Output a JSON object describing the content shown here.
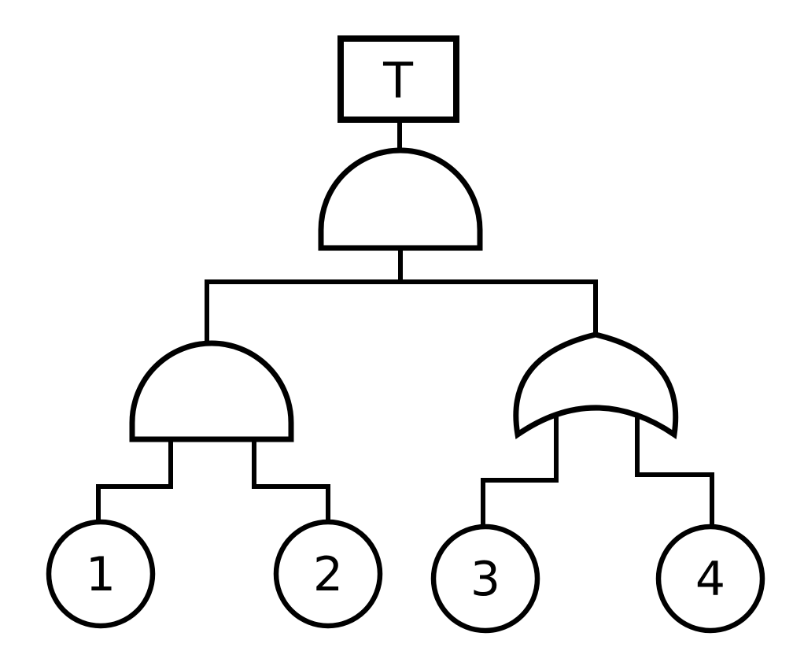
{
  "diagram": {
    "kind": "fault-tree",
    "background_color": "#ffffff",
    "stroke_color": "#000000",
    "top_event": {
      "label": "T"
    },
    "gates": [
      {
        "id": "gate-top",
        "type": "AND",
        "output": "T",
        "inputs": [
          "gate-left",
          "gate-right"
        ]
      },
      {
        "id": "gate-left",
        "type": "AND",
        "output": "gate-top",
        "inputs": [
          "1",
          "2"
        ]
      },
      {
        "id": "gate-right",
        "type": "OR",
        "output": "gate-top",
        "inputs": [
          "3",
          "4"
        ]
      }
    ],
    "basic_events": [
      {
        "label": "1"
      },
      {
        "label": "2"
      },
      {
        "label": "3"
      },
      {
        "label": "4"
      }
    ]
  }
}
